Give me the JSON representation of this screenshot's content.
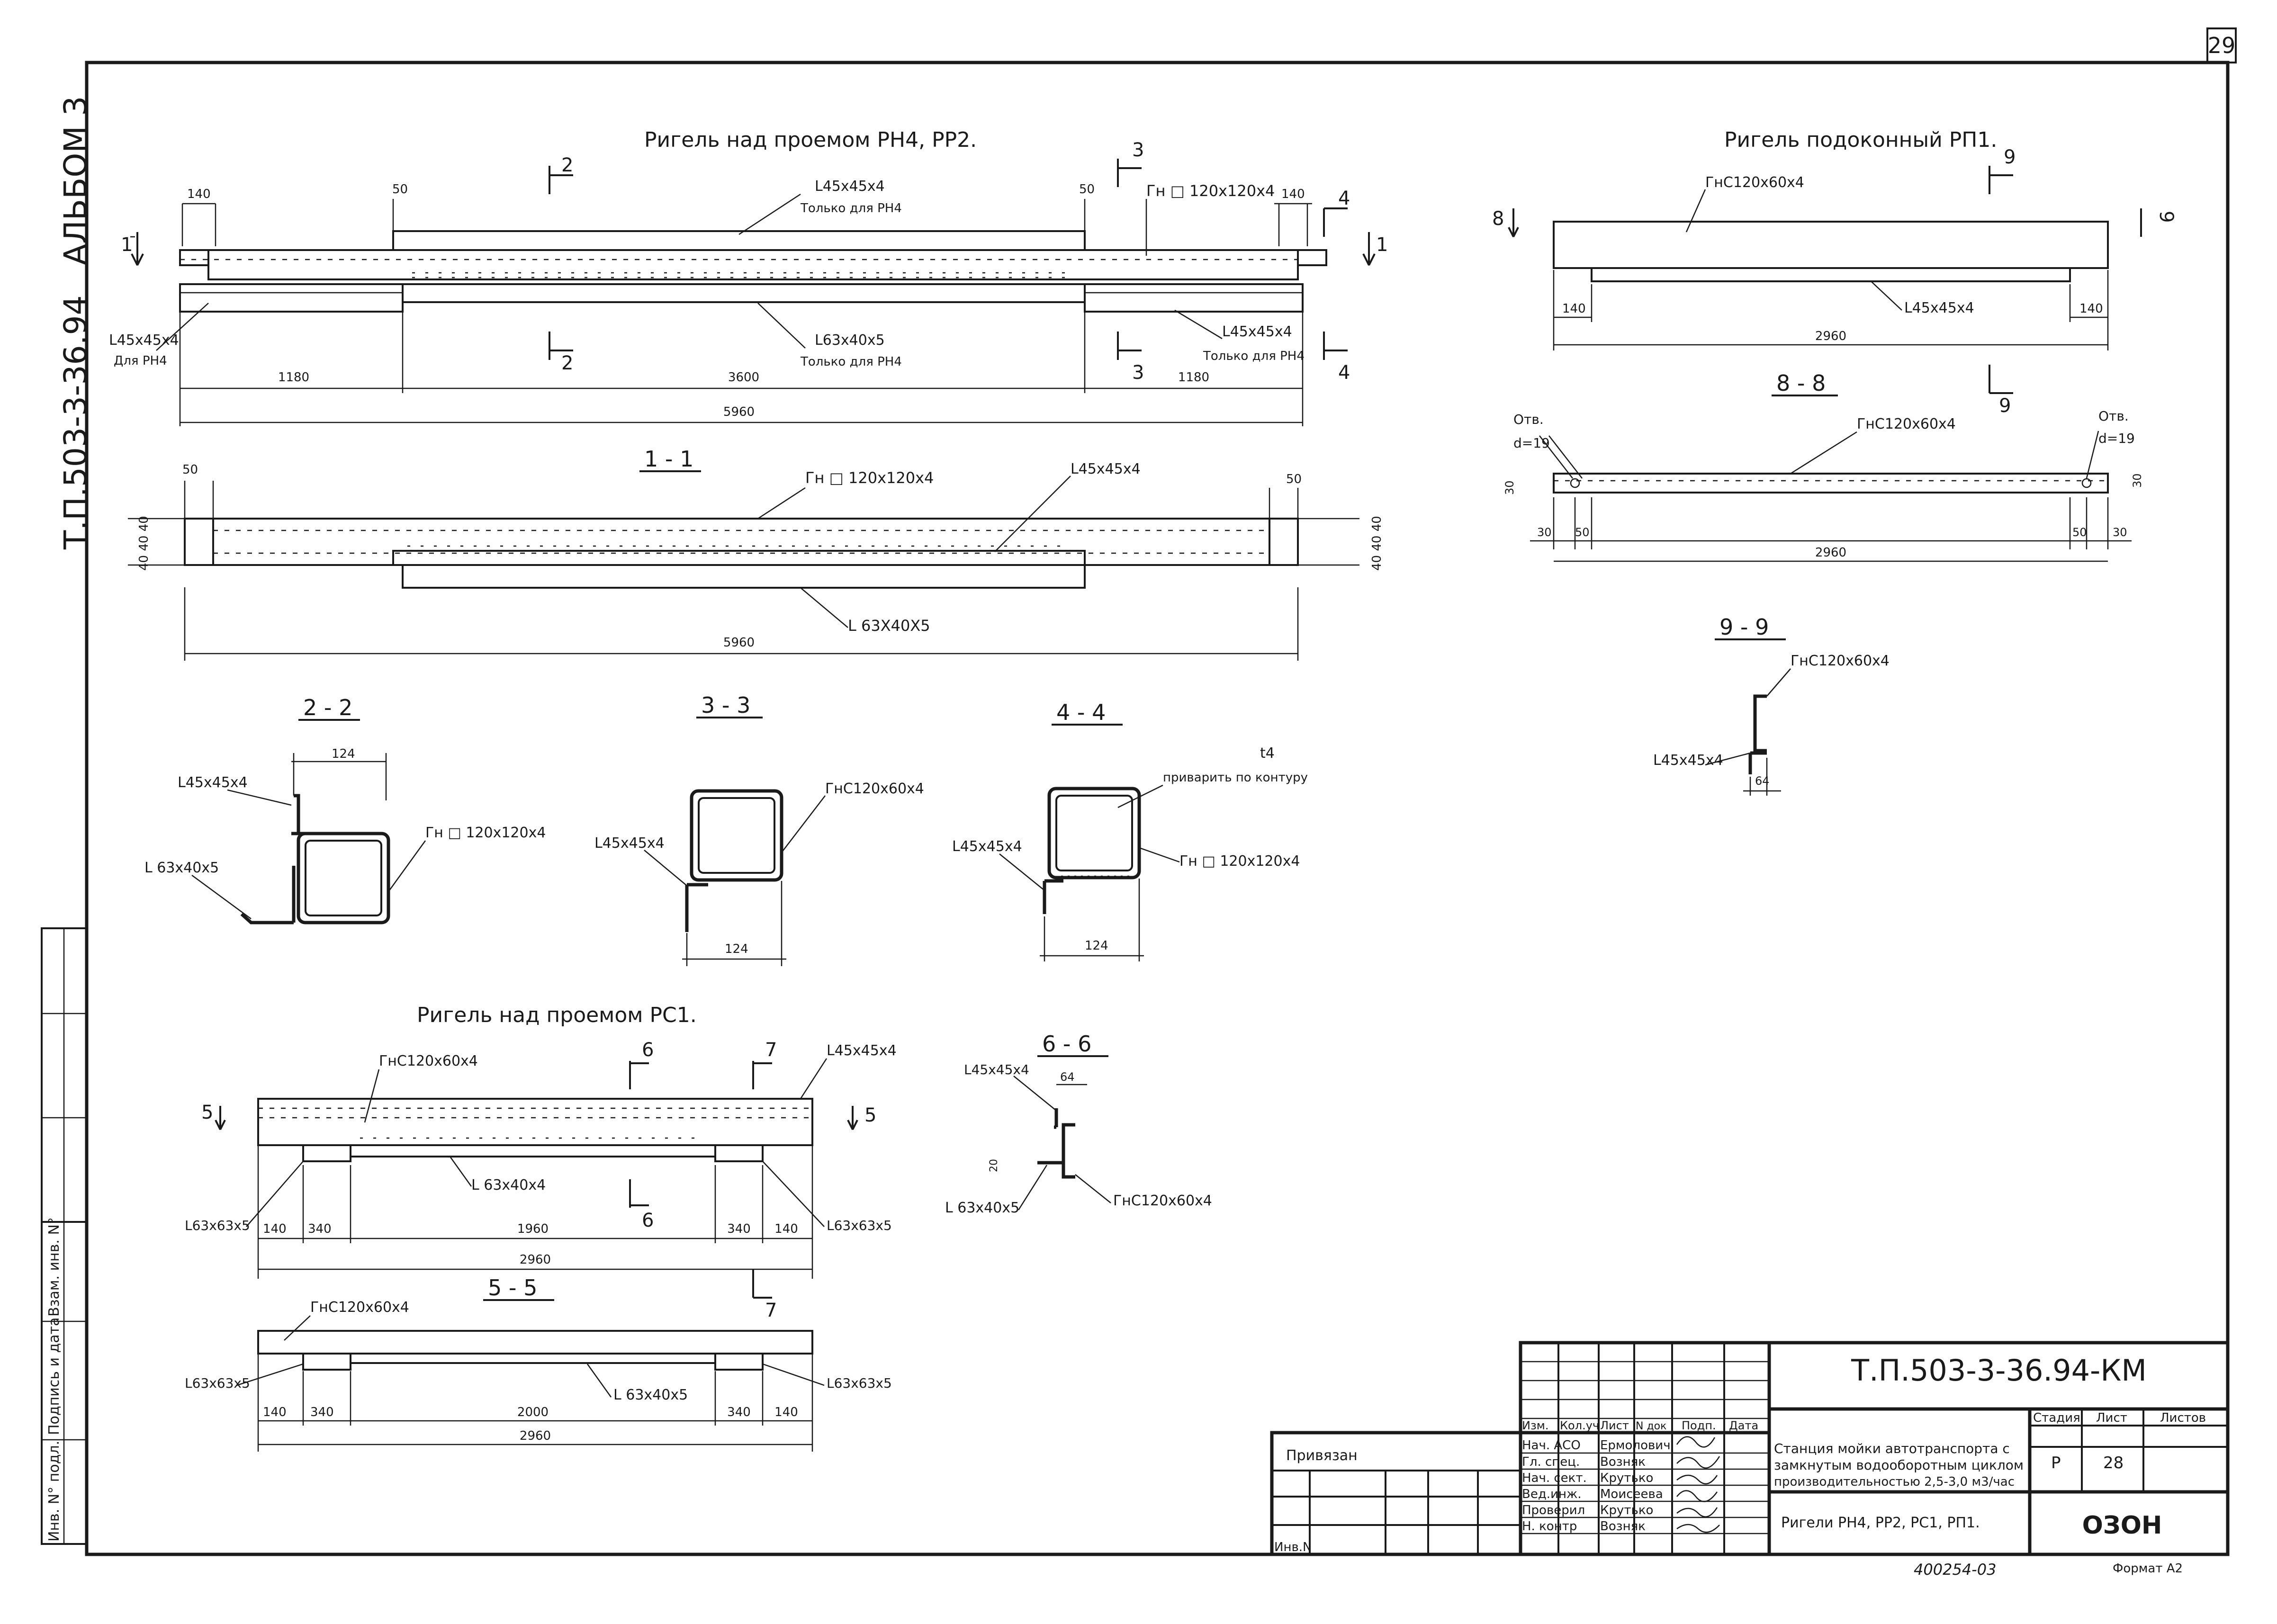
{
  "sheet": {
    "sheet_number": "29",
    "album": "АЛЬБОМ 3",
    "project_vertical": "Т.П.503-3-36.94"
  },
  "drawing1": {
    "title": "Ригель над проемом РН4, РР2.",
    "labels": {
      "angle_top": "L45x45x4",
      "angle_top_note": "Только для РН4",
      "tube": "Гн □ 120x120x4",
      "angle_left": "L45x45x4",
      "angle_left_note": "Для РН4",
      "angle_bottom": "L63x40x5",
      "angle_bottom_note": "Только для РН4",
      "angle_right": "L45x45x4",
      "angle_right_note": "Только для РН4"
    },
    "dims": {
      "d140a": "140",
      "d50a": "50",
      "d50b": "50",
      "d140b": "140",
      "d1180a": "1180",
      "d3600": "3600",
      "d1180b": "1180",
      "d5960": "5960"
    },
    "cuts": {
      "c1": "1",
      "c2": "2",
      "c3": "3",
      "c4": "4"
    }
  },
  "section11": {
    "title": "1 - 1",
    "tube": "Гн □ 120x120x4",
    "angle": "L45x45x4",
    "angle_bottom": "L 63X40X5",
    "d50a": "50",
    "d50b": "50",
    "d5960": "5960",
    "stack_left": "40 40 40",
    "stack_right": "40 40 40"
  },
  "section22": {
    "title": "2 - 2",
    "angle_top": "L45x45x4",
    "angle_bottom": "L 63x40x5",
    "tube": "Гн □ 120x120x4",
    "dim": "124"
  },
  "section33": {
    "title": "3 - 3",
    "angle": "L45x45x4",
    "channel": "ГнС120x60x4",
    "dim": "124"
  },
  "section44": {
    "title": "4 - 4",
    "weld": "t4",
    "weld_note": "приварить по контуру",
    "angle": "L45x45x4",
    "tube": "Гн □ 120x120x4",
    "dim": "124"
  },
  "drawing_rp1": {
    "title": "Ригель подоконный РП1.",
    "channel": "ГнС120x60x4",
    "angle": "L45x45x4",
    "d140a": "140",
    "d140b": "140",
    "d2960": "2960",
    "cut8": "8",
    "cut9": "9"
  },
  "section88": {
    "title": "8 - 8",
    "holes_left": "Отв.",
    "holes_left_d": "d=19",
    "holes_right": "Отв.",
    "holes_right_d": "d=19",
    "channel": "ГнС120x60x4",
    "d30a": "30",
    "d50a": "50",
    "d50b": "50",
    "d30b": "30",
    "d2960": "2960",
    "d30v1": "30",
    "d30v2": "30"
  },
  "section99": {
    "title": "9 - 9",
    "channel": "ГнС120x60x4",
    "angle": "L45x45x4",
    "dim": "64"
  },
  "drawing_rs1": {
    "title": "Ригель над проемом РС1.",
    "channel": "ГнС120x60x4",
    "angle_top": "L45x45x4",
    "angle_bottom": "L 63x40x4",
    "angle_left": "L63x63x5",
    "angle_right": "L63x63x5",
    "d140a": "140",
    "d340a": "340",
    "d1960": "1960",
    "d340b": "340",
    "d140b": "140",
    "d2960": "2960",
    "cut5": "5",
    "cut6": "6",
    "cut7": "7"
  },
  "section66": {
    "title": "6 - 6",
    "angle_top": "L45x45x4",
    "dim": "64",
    "small": "20",
    "angle_bottom": "L 63x40x5",
    "channel": "ГнС120x60x4"
  },
  "section55": {
    "title": "5 - 5",
    "channel": "ГнС120x60x4",
    "angle_left": "L63x63x5",
    "angle_bottom": "L 63x40x5",
    "angle_right": "L63x63x5",
    "d140a": "140",
    "d340a": "340",
    "d2000": "2000",
    "d340b": "340",
    "d140b": "140",
    "d2960": "2960",
    "cut7": "7"
  },
  "title_block": {
    "code": "Т.П.503-3-36.94-КМ",
    "privyazan": "Привязан",
    "inv": "Инв.N",
    "header": [
      "Изм.",
      "Кол.уч",
      "Лист",
      "N док",
      "Подп.",
      "Дата"
    ],
    "roles": [
      "Нач. АСО",
      "Гл. спец.",
      "Нач. сект.",
      "Вед.инж.",
      "Проверил",
      "Н. контр"
    ],
    "names": [
      "Ермолович",
      "Возняк",
      "Крутько",
      "Моисеева",
      "Крутько",
      "Возняк"
    ],
    "project_line1": "Станция мойки автотранспорта с",
    "project_line2": "замкнутым водооборотным циклом",
    "project_line3": "производительностью 2,5-3,0 м3/час",
    "sheet_title": "Ригели РН4, РР2, РС1, РП1.",
    "stage_h": "Стадия",
    "list_h": "Лист",
    "lists_h": "Листов",
    "stage": "Р",
    "list": "28",
    "org": "ОЗОН",
    "format": "Формат А2",
    "stamp": "400254-03"
  },
  "side_stamp": {
    "podl": "Инв. N° подл.",
    "podp": "Подпись и дата",
    "vzam": "Взам. инв. N°"
  }
}
